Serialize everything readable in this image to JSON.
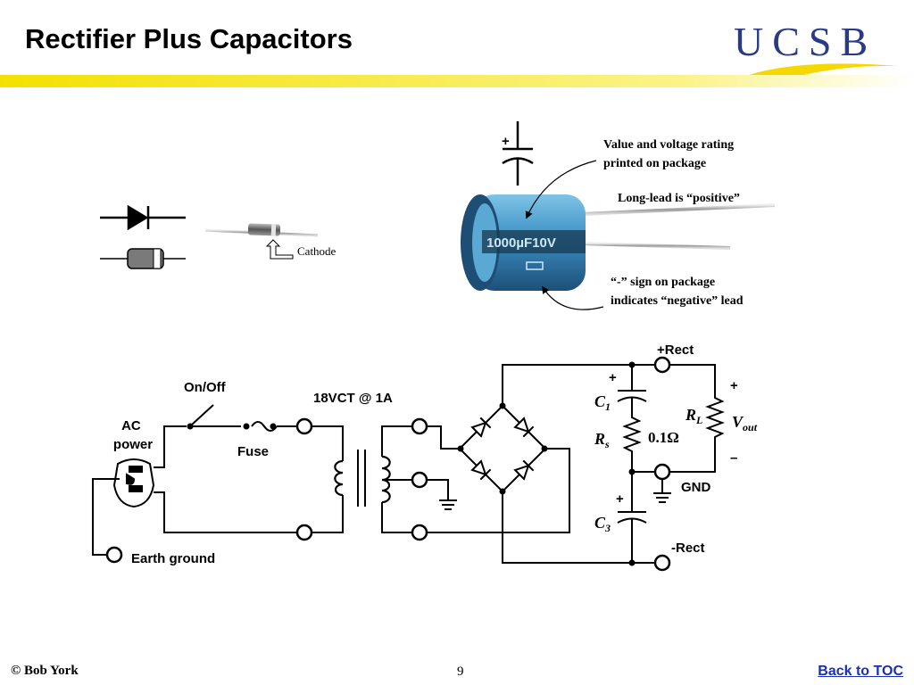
{
  "slide": {
    "title": "Rectifier Plus Capacitors",
    "logo_text": "UCSB",
    "accent_color": "#f5e60a",
    "logo_color": "#2a3a86"
  },
  "diode": {
    "cathode_label": "Cathode"
  },
  "capacitor_photo": {
    "print_text": "1000µF10V",
    "polarity_plus": "+",
    "note_value": [
      "Value and voltage rating",
      "printed on package"
    ],
    "note_long_lead": "Long-lead is “positive”",
    "note_negative": [
      "“-” sign on package",
      "indicates “negative” lead"
    ]
  },
  "circuit": {
    "ac_power": [
      "AC",
      "power"
    ],
    "on_off": "On/Off",
    "fuse": "Fuse",
    "transformer": "18VCT @ 1A",
    "earth_ground": "Earth ground",
    "plus_rect": "+Rect",
    "minus_rect": "-Rect",
    "gnd": "GND",
    "c1_sym": "C",
    "c1_sub": "1",
    "c3_sym": "C",
    "c3_sub": "3",
    "rs_sym": "R",
    "rs_sub": "s",
    "rs_value": "0.1Ω",
    "rl_sym": "R",
    "rl_sub": "L",
    "vout_sym": "V",
    "vout_sub": "out",
    "plus": "+",
    "minus": "–"
  },
  "footer": {
    "author": "©  Bob York",
    "page": "9",
    "back_link": "Back to TOC"
  }
}
